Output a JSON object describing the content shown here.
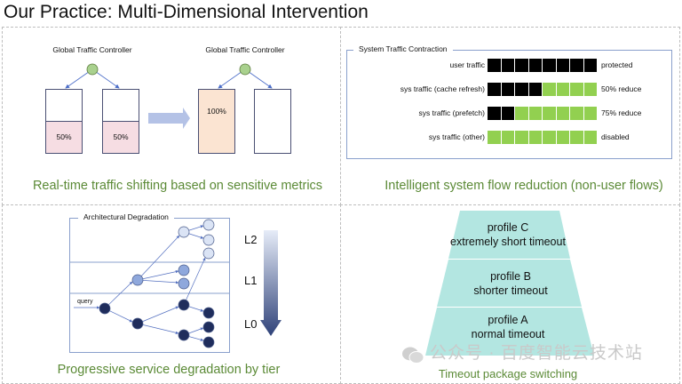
{
  "title": "Our Practice: Multi-Dimensional Intervention",
  "traffic_shifting": {
    "before": {
      "controller": "Global Traffic Controller",
      "boxes": [
        {
          "label": "50%",
          "fill": 0.5
        },
        {
          "label": "50%",
          "fill": 0.5
        }
      ]
    },
    "after": {
      "controller": "Global Traffic Controller",
      "boxes": [
        {
          "label": "100%",
          "fill": 1.0
        },
        {
          "label": "",
          "fill": 0
        }
      ]
    },
    "caption": "Real-time traffic shifting based on sensitive metrics",
    "colors": {
      "node": "#a9d18e",
      "half_fill": "#f6dde3",
      "full_fill": "#fbe4d2",
      "arrow": "#b4c2e6"
    }
  },
  "flow_reduction": {
    "frame_title": "System Traffic Contraction",
    "rows": [
      {
        "label": "user traffic",
        "active_cells": 8,
        "total_cells": 8,
        "status": "protected"
      },
      {
        "label": "sys traffic (cache refresh)",
        "active_cells": 4,
        "total_cells": 8,
        "status": "50% reduce"
      },
      {
        "label": "sys traffic (prefetch)",
        "active_cells": 2,
        "total_cells": 8,
        "status": "75% reduce"
      },
      {
        "label": "sys traffic (other)",
        "active_cells": 0,
        "total_cells": 8,
        "status": "disabled"
      }
    ],
    "caption": "Intelligent system flow reduction (non-user flows)",
    "colors": {
      "active": "#000000",
      "reduced": "#92d050"
    }
  },
  "degradation": {
    "frame_title": "Architectural Degradation",
    "query_label": "query",
    "levels": [
      "L2",
      "L1",
      "L0"
    ],
    "caption": "Progressive service degradation by tier",
    "colors": {
      "L0": "#1f2d5c",
      "L1": "#8fa8dc",
      "L2": "#dbe4f5"
    }
  },
  "timeout": {
    "profiles": [
      {
        "name": "profile C",
        "desc": "extremely short timeout"
      },
      {
        "name": "profile B",
        "desc": "shorter timeout"
      },
      {
        "name": "profile A",
        "desc": "normal timeout"
      }
    ],
    "caption": "Timeout package switching",
    "color": "#b3e6e1"
  },
  "watermark": "公众号 · 百度智能云技术站"
}
